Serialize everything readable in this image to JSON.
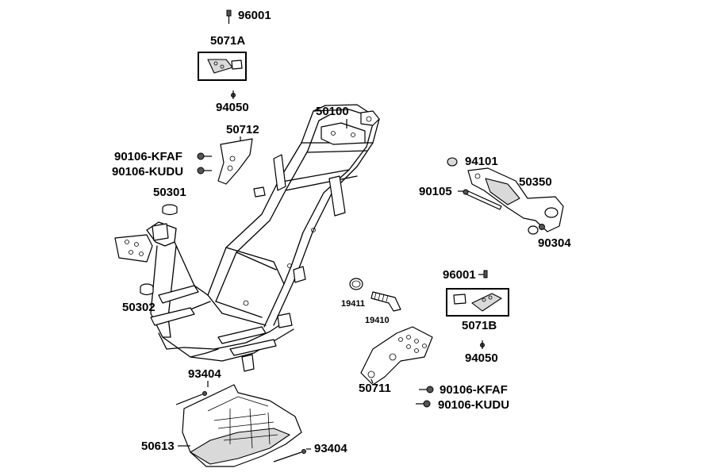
{
  "labels": {
    "p96001_top": "96001",
    "p5071A": "5071A",
    "p94050_top": "94050",
    "p50712": "50712",
    "p50100": "50100",
    "p90106_kfaf_left": "90106-KFAF",
    "p90106_kudu_left": "90106-KUDU",
    "p50301": "50301",
    "p94101": "94101",
    "p50350": "50350",
    "p90105": "90105",
    "p90304": "90304",
    "p50302": "50302",
    "p19411": "19411",
    "p19410": "19410",
    "p96001_right": "96001",
    "p5071B": "5071B",
    "p94050_right": "94050",
    "p93404_top": "93404",
    "p50711": "50711",
    "p90106_kfaf_right": "90106-KFAF",
    "p90106_kudu_right": "90106-KUDU",
    "p50613": "50613",
    "p93404_bottom": "93404"
  }
}
